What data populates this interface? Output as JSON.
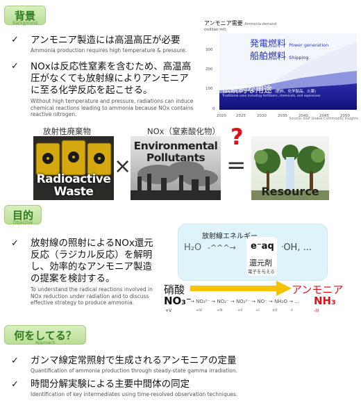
{
  "section1": {
    "tab_jp": "背景",
    "tab_en": "Background",
    "bullets": [
      {
        "jp": "アンモニア製造には高温高圧が必要",
        "en": "Ammonia production requires high temperature & pressure."
      },
      {
        "jp": "NOxは反応性窒素を含むため、高温高圧がなくても放射線によりアンモニアに至る化学反応を起こせる。",
        "en": "Without high temperature and pressure, radiations can induce chemical reactions leading to ammonia because NOx contains reactive nitrogen."
      }
    ]
  },
  "chart": {
    "title": "アンモニア需要",
    "title_en": "Ammonia demand",
    "unit": "(million mt)",
    "yticks": [
      "300",
      "200",
      "100",
      "0"
    ],
    "xticks": [
      "2020",
      "2025",
      "2030",
      "2035",
      "2040",
      "2045",
      "2050"
    ],
    "label_power_jp": "発電燃料",
    "label_power_en": "Power generation",
    "label_ship_jp": "船舶燃料",
    "label_ship_en": "Shipping",
    "label_trad_jp": "伝統的な用途",
    "label_trad_paren": "(肥料、化学製品、火薬)",
    "label_trad_en": "Traditional uses including fertilizers, chemicals, and explosives",
    "source": "Source: S&P Global Commodity Insights"
  },
  "figure": {
    "label_waste_jp": "放射性廃棄物",
    "label_nox_jp": "NOx（窒素酸化物）",
    "waste_en_line1": "Radioactive",
    "waste_en_line2": "Waste",
    "env_line1": "Environmental",
    "env_line2": "Pollutants",
    "resource": "Resource",
    "times": "×",
    "equals": "=",
    "question": "?"
  },
  "section2": {
    "tab_jp": "目的",
    "tab_en": "Objective",
    "bullet_jp": "放射線の照射によるNOx還元反応（ラジカル反応）を解明し、効率的なアンモニア製造の提案を検討する。",
    "bullet_en": "To understand the radical reactions involved in NOx reduction under radiation and to discuss effective strategy to produce ammonia."
  },
  "reaction": {
    "energy_label": "放射線エネルギー",
    "h2o": "H₂O",
    "wave": "-^^^→",
    "eaq": "e⁻aq",
    "oh": "ᐧOH, ...",
    "reductant": "還元剤",
    "reductant_sub": "電子を与える",
    "nitrate_jp": "硝酸",
    "nitrate_formula": "NO₃⁻",
    "ammonia_jp": "アンモニア",
    "ammonia_formula": "NH₃",
    "chain": "→ NO₃²⁻ → NO₂⁻ → NO₂²⁻ → NO⁻ → NH₂O → ...",
    "ox_start": "+V",
    "ox_states": [
      "+IV",
      "+III",
      "+II",
      "+I",
      "±0",
      "-I"
    ],
    "ox_end": "-III"
  },
  "section3": {
    "tab_jp": "何をしてる？",
    "tab_en": "Approach",
    "bullets": [
      {
        "jp": "ガンマ線定常照射で生成されるアンモニアの定量",
        "en": "Quantification of ammonia production through steady-state gamma irradiation."
      },
      {
        "jp": "時間分解実験による主要中間体の同定",
        "en": "Identification of key intermediates using time-resolved observation techniques."
      }
    ]
  },
  "colors": {
    "accent_green": "#2f7a1e",
    "accent_red": "#e0101a",
    "arrow_yellow": "#f5c400",
    "chart_blue": "#1b1f9c"
  }
}
